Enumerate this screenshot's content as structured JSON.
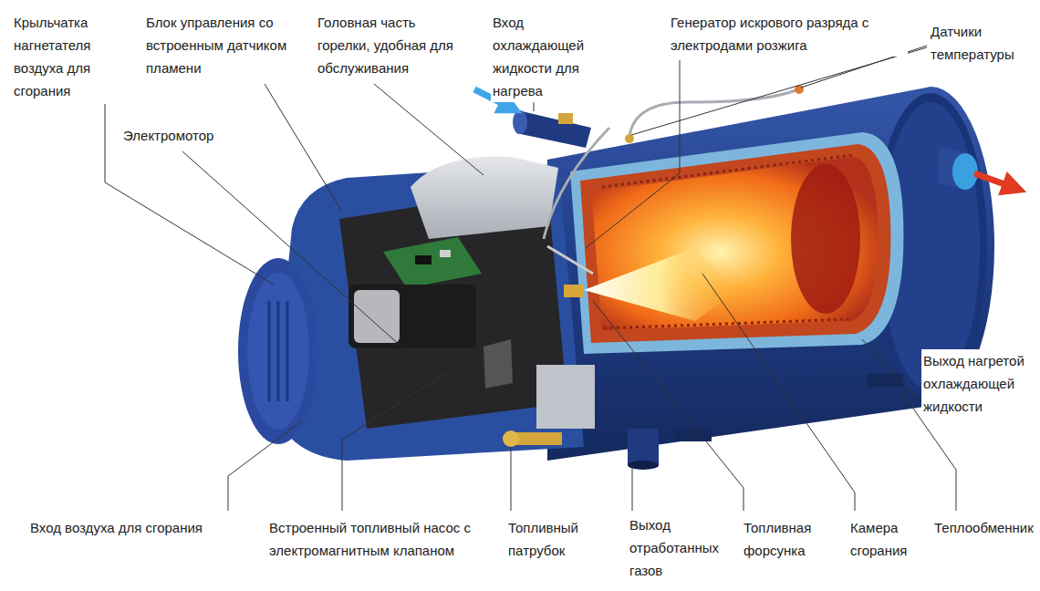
{
  "diagram": {
    "labels": [
      "Крыльчатка нагнетателя воздуха для сгорания",
      "Блок управления со встроенным датчиком пламени",
      "Головная часть горелки, удобная для обслуживания",
      "Вход охлаждающей жидкости для нагрева",
      "Генератор искрового разряда с электродами розжига",
      "Датчики температуры",
      "Электромотор",
      "Выход нагретой охлаждающей жидкости",
      "Вход воздуха для сгорания",
      "Встроенный топливный насос с электромагнитным клапаном",
      "Топливный патрубок",
      "Выход отработанных газов",
      "Топливная форсунка",
      "Камера сгорания",
      "Теплообменник"
    ]
  }
}
